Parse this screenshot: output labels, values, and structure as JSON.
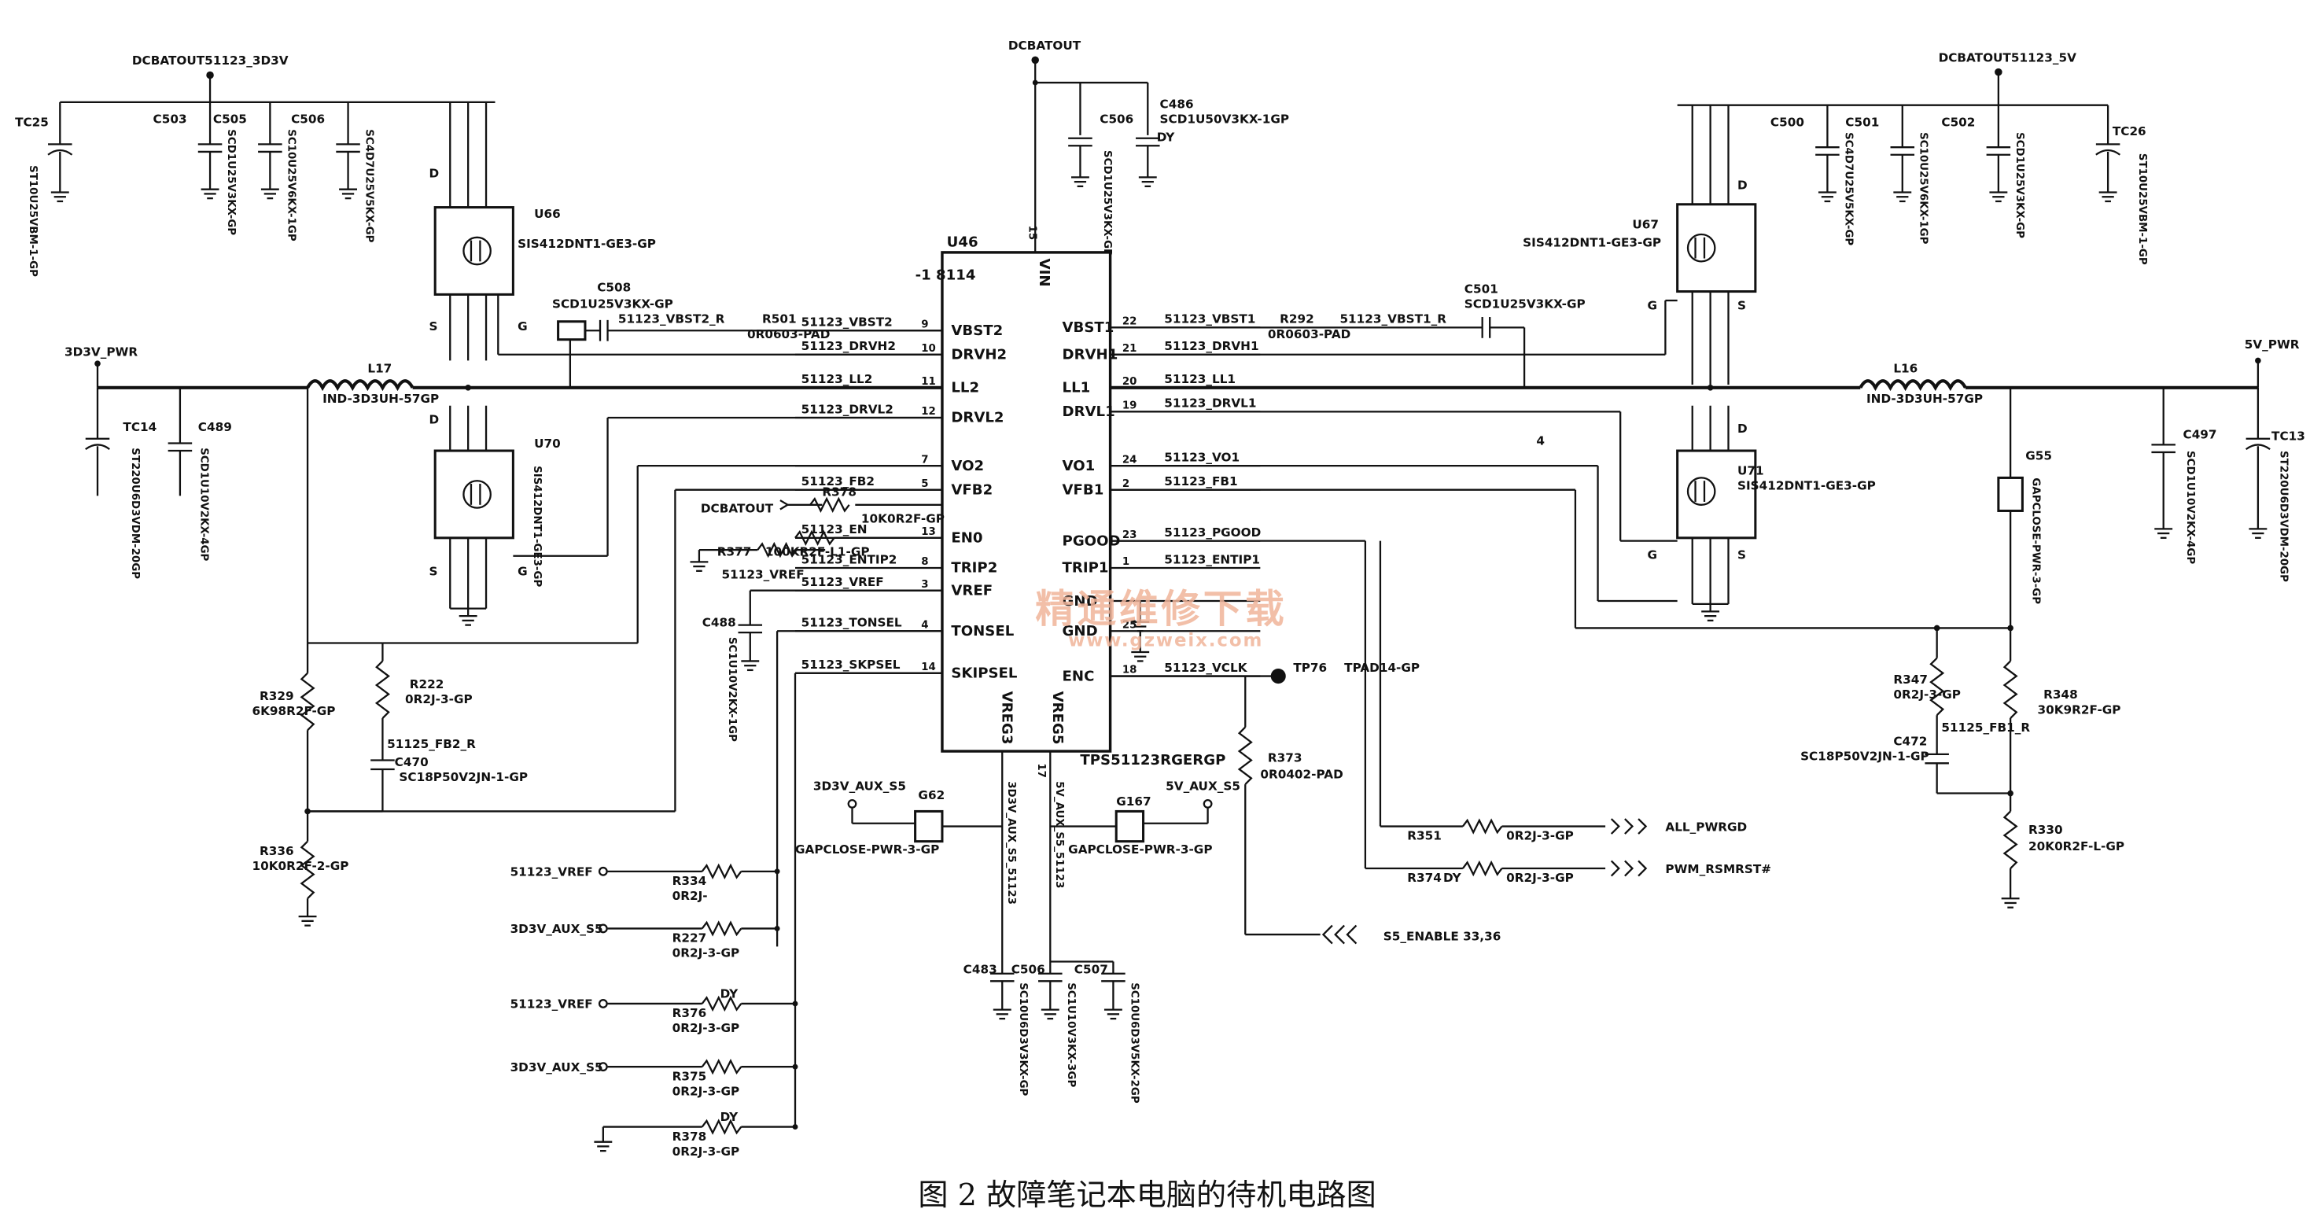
{
  "caption": "图 2   故障笔记本电脑的待机电路图",
  "watermark": {
    "main": "精通维修下载",
    "url": "www.gzweix.com"
  },
  "ic": {
    "ref": "U46",
    "variant": "-1 8114",
    "part": "TPS51123RGERGP",
    "vin": "VIN",
    "vin_pin": "15",
    "left_pins": [
      {
        "num": "9",
        "name": "VBST2",
        "net": "51123_VBST2"
      },
      {
        "num": "10",
        "name": "DRVH2",
        "net": "51123_DRVH2"
      },
      {
        "num": "11",
        "name": "LL2",
        "net": "51123_LL2"
      },
      {
        "num": "12",
        "name": "DRVL2",
        "net": "51123_DRVL2"
      },
      {
        "num": "7",
        "name": "VO2",
        "net": ""
      },
      {
        "num": "5",
        "name": "VFB2",
        "net": "51123_FB2"
      },
      {
        "num": "13",
        "name": "EN0",
        "net": "51123_EN"
      },
      {
        "num": "8",
        "name": "TRIP2",
        "net": "51123_ENTIP2"
      },
      {
        "num": "3",
        "name": "VREF",
        "net": "51123_VREF"
      },
      {
        "num": "4",
        "name": "TONSEL",
        "net": "51123_TONSEL"
      },
      {
        "num": "14",
        "name": "SKIPSEL",
        "net": "51123_SKPSEL"
      }
    ],
    "right_pins": [
      {
        "num": "22",
        "name": "VBST1",
        "net": "51123_VBST1"
      },
      {
        "num": "21",
        "name": "DRVH1",
        "net": "51123_DRVH1"
      },
      {
        "num": "20",
        "name": "LL1",
        "net": "51123_LL1"
      },
      {
        "num": "19",
        "name": "DRVL1",
        "net": "51123_DRVL1"
      },
      {
        "num": "24",
        "name": "VO1",
        "net": "51123_VO1"
      },
      {
        "num": "2",
        "name": "VFB1",
        "net": "51123_FB1"
      },
      {
        "num": "23",
        "name": "PGOOD",
        "net": "51123_PGOOD"
      },
      {
        "num": "1",
        "name": "TRIP1",
        "net": "51123_ENTIP1"
      },
      {
        "num": "",
        "name": "GND",
        "net": ""
      },
      {
        "num": "25",
        "name": "GND",
        "net": ""
      },
      {
        "num": "18",
        "name": "ENC",
        "net": "51123_VCLK"
      }
    ],
    "bottom_pins": [
      {
        "num": "",
        "name": "VREG3"
      },
      {
        "num": "17",
        "name": "VREG5"
      }
    ]
  },
  "rails": {
    "dcbatout": "DCBATOUT",
    "dcbatout_3d3v": "DCBATOUT51123_3D3V",
    "dcbatout_5v": "DCBATOUT51123_5V",
    "pwr_3d3v": "3D3V_PWR",
    "pwr_5v": "5V_PWR",
    "aux_3d3v": "3D3V_AUX_S5",
    "aux_5v": "5V_AUX_S5",
    "net_3d3v_aux": "3D3V_AUX_S5_51123",
    "net_5v_aux": "5V_AUX_S5_51123",
    "net_vref": "51123_VREF"
  },
  "left": {
    "tc": {
      "ref": "TC25",
      "part": "ST10U25VBM-1-GP"
    },
    "caps": [
      {
        "ref": "C503",
        "part": "SCD1U25V3KX-GP"
      },
      {
        "ref": "C505",
        "part": "SC10U25V6KX-1GP"
      },
      {
        "ref": "C506",
        "part": "SC4D7U25V5KX-GP"
      }
    ],
    "mos_high": {
      "ref": "U66",
      "part": "SIS412DNT1-GE3-GP"
    },
    "mos_low": {
      "ref": "U70",
      "part": "SIS412DNT1-GE3-GP"
    },
    "boot_cap": {
      "ref": "C508",
      "part": "SCD1U25V3KX-GP",
      "net": "51123_VBST2_R"
    },
    "boot_res": {
      "ref": "R501",
      "part": "0R0603-PAD"
    },
    "inductor": {
      "ref": "L17",
      "part": "IND-3D3UH-57GP"
    },
    "tc_out": {
      "ref": "TC14",
      "part": "ST220U6D3VDM-20GP"
    },
    "cap_out": {
      "ref": "C489",
      "part": "SCD1U10V2KX-4GP"
    },
    "r_top": {
      "ref": "R329",
      "part": "6K98R2F-GP"
    },
    "r_par": {
      "ref": "R222",
      "part": "0R2J-3-GP"
    },
    "c_ff": {
      "ref": "C470",
      "part": "SC18P50V2JN-1-GP",
      "net": "51125_FB2_R"
    },
    "r_bot": {
      "ref": "R336",
      "part": "10K0R2F-2-GP"
    }
  },
  "right": {
    "tc": {
      "ref": "TC26",
      "part": "ST10U25VBM-1-GP"
    },
    "caps": [
      {
        "ref": "C500",
        "part": "SC4D7U25V5KX-GP"
      },
      {
        "ref": "C501",
        "part": "SC10U25V6KX-1GP"
      },
      {
        "ref": "C502",
        "part": "SCD1U25V3KX-GP"
      }
    ],
    "mos_high": {
      "ref": "U67",
      "part": "SIS412DNT1-GE3-GP"
    },
    "mos_low": {
      "ref": "U71",
      "part": "SIS412DNT1-GE3-GP"
    },
    "boot_cap": {
      "ref": "C501",
      "part": "SCD1U25V3KX-GP",
      "net": "51123_VBST1_R"
    },
    "boot_res": {
      "ref": "R292",
      "part": "0R0603-PAD"
    },
    "inductor": {
      "ref": "L16",
      "part": "IND-3D3UH-57GP"
    },
    "tc_out": {
      "ref": "TC13",
      "part": "ST220U6D3VDM-20GP"
    },
    "cap_out": {
      "ref": "C497",
      "part": "SCD1U10V2KX-4GP"
    },
    "gap": {
      "ref": "G55",
      "part": "GAPCLOSE-PWR-3-GP"
    },
    "r_par": {
      "ref": "R347",
      "part": "0R2J-3-GP"
    },
    "c_ff": {
      "ref": "C472",
      "part": "SC18P50V2JN-1-GP",
      "net": "51125_FB1_R"
    },
    "r_top": {
      "ref": "R348",
      "part": "30K9R2F-GP"
    },
    "r_bot": {
      "ref": "R330",
      "part": "20K0R2F-L-GP"
    },
    "extra_label": "4"
  },
  "top": {
    "caps": [
      {
        "ref": "C506",
        "part": "SCD1U25V3KX-GP"
      },
      {
        "ref": "C486",
        "part": "SCD1U50V3KX-1GP"
      }
    ],
    "dy": "DY"
  },
  "mid": {
    "dcbatout_label": "DCBATOUT",
    "r_fb2": {
      "ref": "R378",
      "part": "10K0R2F-GP"
    },
    "r_en": {
      "ref": "R377",
      "part": "100KR2F-L1-GP"
    },
    "r_en_net": "51123_VREF",
    "c_vref": {
      "ref": "C488",
      "part": "SC1U10V2KX-1GP"
    },
    "g_left": {
      "ref": "G62",
      "part": "GAPCLOSE-PWR-3-GP",
      "net": "3D3V_AUX_S5"
    },
    "g_right": {
      "ref": "G167",
      "part": "GAPCLOSE-PWR-3-GP",
      "net": "5V_AUX_S5"
    },
    "c_bottom": [
      {
        "ref": "C483",
        "part": "SC10U6D3V3KX-GP"
      },
      {
        "ref": "C506",
        "part": "SC1U10V3KX-3GP"
      },
      {
        "ref": "C507",
        "part": "SC10U6D3V5KX-2GP"
      }
    ],
    "tp": {
      "ref": "TP76",
      "part": "TPAD14-GP"
    },
    "r_enc": {
      "ref": "R373",
      "part": "0R0402-PAD"
    },
    "r_left": [
      {
        "ref": "R334",
        "part": "0R2J-",
        "net": "51123_VREF"
      },
      {
        "ref": "R227",
        "part": "0R2J-3-GP",
        "net": "3D3V_AUX_S5"
      },
      {
        "ref": "R376",
        "part": "0R2J-3-GP",
        "net": "51123_VREF",
        "dy": "DY"
      },
      {
        "ref": "R375",
        "part": "0R2J-3-GP",
        "net": "3D3V_AUX_S5"
      },
      {
        "ref": "R378",
        "part": "0R2J-3-GP",
        "net": "",
        "dy": "DY"
      }
    ],
    "r_out": [
      {
        "ref": "R351",
        "part": "0R2J-3-GP",
        "net": "ALL_PWRGD",
        "dy": ""
      },
      {
        "ref": "R374",
        "part": "0R2J-3-GP",
        "net": "PWM_RSMRST#",
        "dy": "DY"
      }
    ],
    "s5_enable": "S5_ENABLE  33,36"
  }
}
